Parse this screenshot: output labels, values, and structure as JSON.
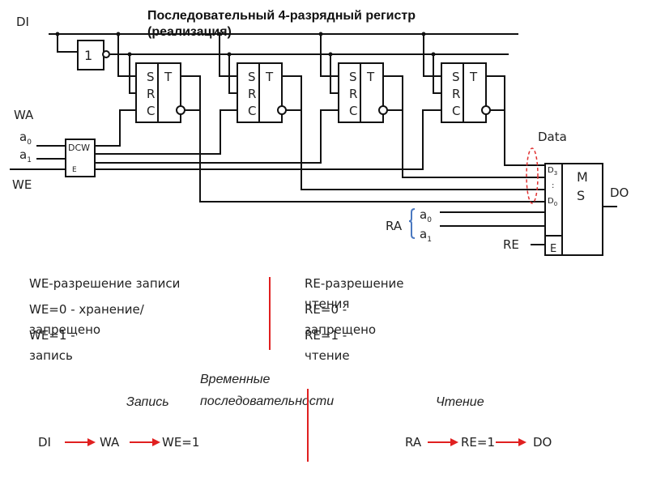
{
  "title": {
    "line1": "Последовательный 4-разрядный регистр",
    "line2": "(реализация)"
  },
  "circuit": {
    "inputs": {
      "di": "DI",
      "wa": "WA",
      "a0": "a",
      "a0_sub": "0",
      "a1": "a",
      "a1_sub": "1",
      "we": "WE",
      "ra": "RA",
      "ra_a0": "a",
      "ra_a0_sub": "0",
      "ra_a1": "a",
      "ra_a1_sub": "1",
      "re": "RE"
    },
    "inverter_label": "1",
    "decoder": {
      "label": "DCW",
      "enable": "E"
    },
    "flipflop": {
      "s": "S",
      "r": "R",
      "c": "C",
      "t": "T"
    },
    "flipflop_count": 4,
    "mux": {
      "label_m": "M",
      "label_s": "S",
      "d3": "D",
      "d3_sub": "3",
      "dots": ":",
      "d0": "D",
      "d0_sub": "0",
      "enable": "E"
    },
    "data_label": "Data",
    "output": "DO",
    "colors": {
      "bracket": "#4a78c0",
      "highlight": "#e03030",
      "wire": "#111111"
    }
  },
  "legend": {
    "we_title": "WE-разрешение записи",
    "we0": "WE=0 - хранение/запрещено",
    "we1": "WE=1 - запись",
    "re_title": "RE-разрешение чтения",
    "re0": "RE=0 - запрещено",
    "re1": "RE=1 - чтение"
  },
  "sequences": {
    "heading": "Временные последовательности",
    "write_label": "Запись",
    "read_label": "Чтение",
    "write_steps": [
      "DI",
      "WA",
      "WE=1"
    ],
    "read_steps": [
      "RA",
      "RE=1",
      "DO"
    ],
    "arrow_color": "#e02020"
  }
}
